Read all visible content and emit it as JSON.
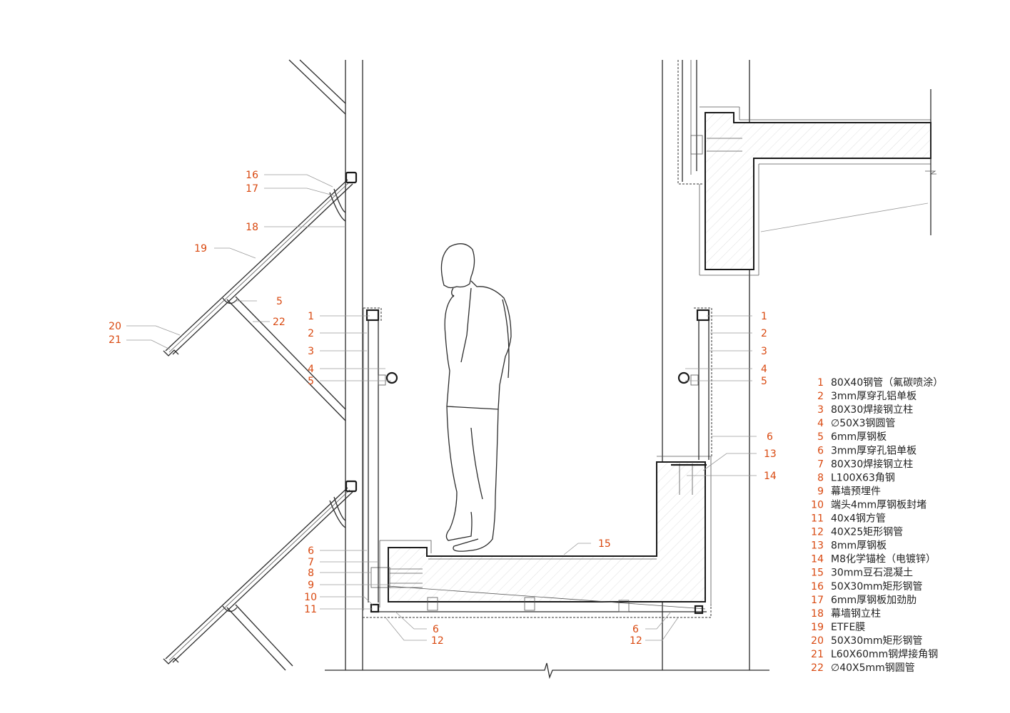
{
  "callouts_left": [
    "16",
    "17",
    "18",
    "19",
    "5",
    "22",
    "20",
    "21"
  ],
  "callouts_center_left": [
    "1",
    "2",
    "3",
    "4",
    "5",
    "6",
    "7",
    "8",
    "9",
    "10",
    "11"
  ],
  "callouts_right": [
    "1",
    "2",
    "3",
    "4",
    "5",
    "6",
    "13",
    "14"
  ],
  "callouts_bottom": [
    "6",
    "12",
    "6",
    "12"
  ],
  "callout_floor": "15",
  "legend": [
    {
      "num": "1",
      "text": "80X40钢管（氟碳喷涂）"
    },
    {
      "num": "2",
      "text": "3mm厚穿孔铝单板"
    },
    {
      "num": "3",
      "text": "80X30焊接钢立柱"
    },
    {
      "num": "4",
      "text": "∅50X3钢圆管"
    },
    {
      "num": "5",
      "text": "6mm厚钢板"
    },
    {
      "num": "6",
      "text": "3mm厚穿孔铝单板"
    },
    {
      "num": "7",
      "text": "80X30焊接钢立柱"
    },
    {
      "num": "8",
      "text": "L100X63角钢"
    },
    {
      "num": "9",
      "text": "幕墙预埋件"
    },
    {
      "num": "10",
      "text": "端头4mm厚钢板封堵"
    },
    {
      "num": "11",
      "text": "40x4钢方管"
    },
    {
      "num": "12",
      "text": "40X25矩形钢管"
    },
    {
      "num": "13",
      "text": "8mm厚钢板"
    },
    {
      "num": "14",
      "text": "M8化学锚栓（电镀锌）"
    },
    {
      "num": "15",
      "text": "30mm豆石混凝土"
    },
    {
      "num": "16",
      "text": "50X30mm矩形钢管"
    },
    {
      "num": "17",
      "text": "6mm厚钢板加劲肋"
    },
    {
      "num": "18",
      "text": "幕墙钢立柱"
    },
    {
      "num": "19",
      "text": "ETFE膜"
    },
    {
      "num": "20",
      "text": "50X30mm矩形钢管"
    },
    {
      "num": "21",
      "text": "L60X60mm钢焊接角钢"
    },
    {
      "num": "22",
      "text": "∅40X5mm钢圆管"
    }
  ]
}
